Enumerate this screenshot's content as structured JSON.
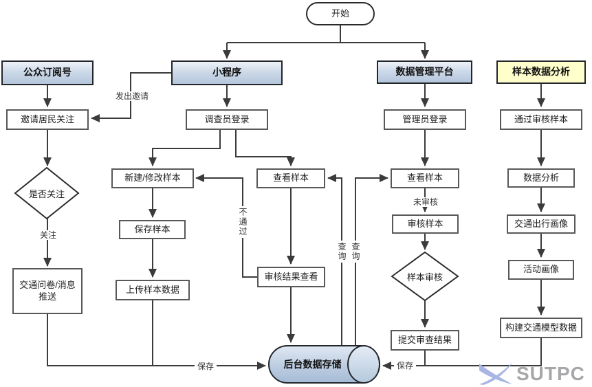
{
  "diagram": {
    "title_node": "开始",
    "nodes": {
      "start": "开始",
      "public_account": "公众订阅号",
      "mini_program": "小程序",
      "data_platform": "数据管理平台",
      "sample_analysis": "样本数据分析",
      "invite_residents": "邀请居民关注",
      "surveyor_login": "调查员登录",
      "admin_login": "管理员登录",
      "approved_samples": "通过审核样本",
      "follow_decision": "是否关注",
      "create_modify_sample": "新建/修改样本",
      "view_sample_mini": "查看样本",
      "view_sample_admin": "查看样本",
      "data_analysis": "数据分析",
      "save_sample": "保存样本",
      "review_sample": "审核样本",
      "travel_profile": "交通出行画像",
      "questionnaire_push": "交通问卷/消息推送",
      "upload_sample_data": "上传样本数据",
      "review_result_view": "审核结果查看",
      "activity_profile": "活动画像",
      "sample_review_decision": "样本审核",
      "submit_review_result": "提交审查结果",
      "build_model_data": "构建交通模型数据",
      "backend_storage": "后台数据存储"
    },
    "edge_labels": {
      "send_invitation": "发出邀请",
      "follow": "关注",
      "not_passed": "不通过",
      "query_left": "查询",
      "query_right": "查询",
      "not_reviewed": "未审核",
      "save_left": "保存",
      "save_right": "保存"
    },
    "colors": {
      "header_blue_top": "#eef3f9",
      "header_blue_bottom": "#b4c6dc",
      "highlight_yellow": "#ffffcb",
      "dark_border": "#23262b",
      "process_border": "#585858",
      "connector": "#3b3b3b",
      "logo_blue": "#a9b6e3",
      "logo_gray": "#a7a7aa"
    },
    "logo_text": "SUTPC"
  }
}
